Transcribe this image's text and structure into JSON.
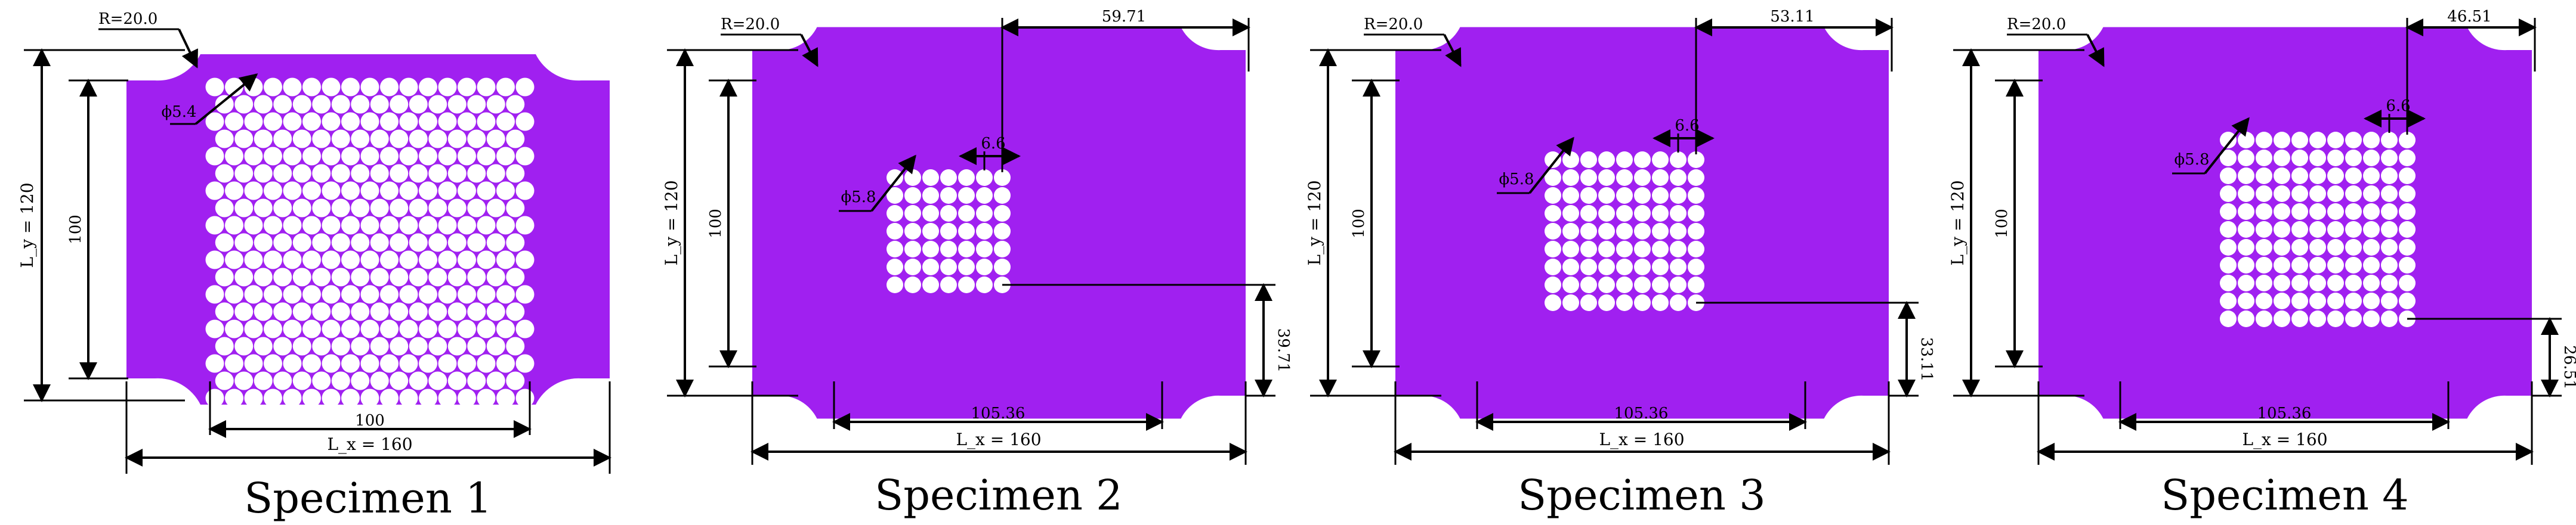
{
  "colors": {
    "plate": "#a020f0",
    "hole": "#ffffff",
    "line": "#000000"
  },
  "specimens": [
    {
      "caption": "Specimen 1",
      "pattern": "hex",
      "labels": {
        "radius": "R=20.0",
        "ly": "L_y = 120",
        "side": "100",
        "hole_dia": "ϕ5.4",
        "width": "100",
        "lx": "L_x = 160"
      }
    },
    {
      "caption": "Specimen 2",
      "pattern": "square",
      "grid": {
        "cols": 7,
        "rows": 7
      },
      "labels": {
        "radius": "R=20.0",
        "ly": "L_y = 120",
        "side": "100",
        "hole_dia": "ϕ5.8",
        "pitch": "6.6",
        "top_offset": "59.71",
        "right_offset": "39.71",
        "width": "105.36",
        "lx": "L_x = 160"
      }
    },
    {
      "caption": "Specimen 3",
      "pattern": "square",
      "grid": {
        "cols": 9,
        "rows": 9
      },
      "labels": {
        "radius": "R=20.0",
        "ly": "L_y = 120",
        "side": "100",
        "hole_dia": "ϕ5.8",
        "pitch": "6.6",
        "top_offset": "53.11",
        "right_offset": "33.11",
        "width": "105.36",
        "lx": "L_x = 160"
      }
    },
    {
      "caption": "Specimen 4",
      "pattern": "square",
      "grid": {
        "cols": 11,
        "rows": 11
      },
      "labels": {
        "radius": "R=20.0",
        "ly": "L_y = 120",
        "side": "100",
        "hole_dia": "ϕ5.8",
        "pitch": "6.6",
        "top_offset": "46.51",
        "right_offset": "26.51",
        "width": "105.36",
        "lx": "L_x = 160"
      }
    }
  ]
}
